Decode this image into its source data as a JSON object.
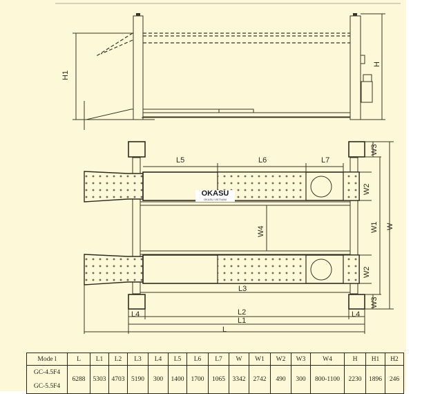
{
  "drawing": {
    "side_view_labels": {
      "h1": "H1",
      "h": "H"
    },
    "top_view_labels": {
      "l5": "L5",
      "l6": "L6",
      "l7": "L7",
      "w4": "W4",
      "w3_top": "W3",
      "w2_top": "W2",
      "w1": "W1",
      "w": "W",
      "w2_bottom": "W2",
      "w3_bottom": "W3",
      "l3": "L3",
      "l4_left": "L4",
      "l4_right": "L4",
      "l2": "L2",
      "l1": "L1",
      "l": "L"
    },
    "line_color": "#3a3426",
    "background_color": "#fdf9d8"
  },
  "logo": {
    "brand": "OKASU",
    "tagline": "OKASU VIETNAM"
  },
  "spec_table": {
    "headers": [
      "Mode l",
      "L",
      "L1",
      "L2",
      "L3",
      "L4",
      "L5",
      "L6",
      "L7",
      "W",
      "W1",
      "W2",
      "W3",
      "W4",
      "H",
      "H1",
      "H2"
    ],
    "models": [
      "GC-4.5F4",
      "GC-5.5F4"
    ],
    "values": [
      "6288",
      "5303",
      "4703",
      "5190",
      "300",
      "1400",
      "1700",
      "1065",
      "3342",
      "2742",
      "490",
      "300",
      "800-1100",
      "2230",
      "1896",
      "246"
    ]
  }
}
